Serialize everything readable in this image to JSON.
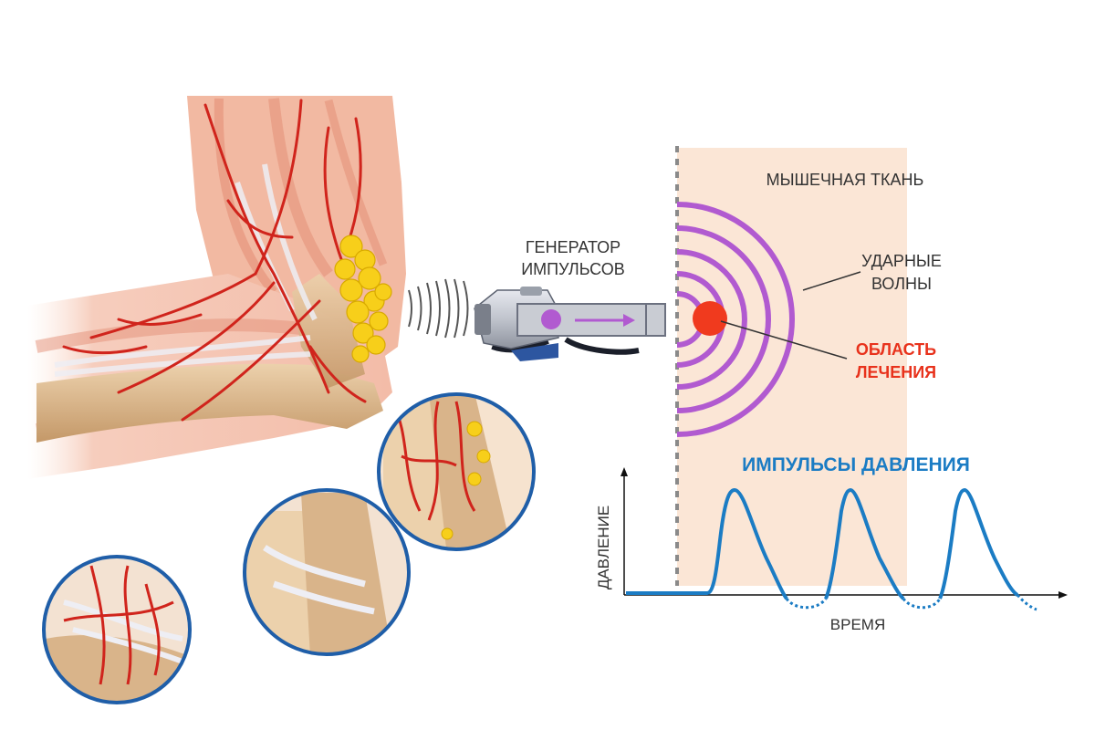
{
  "labels": {
    "generator_line1": "ГЕНЕРАТОР",
    "generator_line2": "ИМПУЛЬСОВ",
    "muscle_tissue": "МЫШЕЧНАЯ ТКАНЬ",
    "shock_waves_line1": "УДАРНЫЕ",
    "shock_waves_line2": "ВОЛНЫ",
    "treatment_area_line1": "ОБЛАСТЬ",
    "treatment_area_line2": "ЛЕЧЕНИЯ",
    "pressure_pulses": "ИМПУЛЬСЫ ДАВЛЕНИЯ",
    "y_axis": "ДАВЛЕНИЕ",
    "x_axis": "ВРЕМЯ"
  },
  "colors": {
    "tissue": "#fbe6d6",
    "wave": "#b15ad0",
    "treatment": "#f03a1e",
    "pulse_line": "#1b7cc4",
    "pulse_title": "#1b7cc4",
    "treatment_label": "#e8321c",
    "text": "#333333",
    "muscle": "#e98870",
    "vessel": "#d0241c",
    "bone": "#d9b48a",
    "fat": "#f7cf1a",
    "circle_border": "#1f5ea8"
  },
  "icons": {
    "generator": "shockwave-applicator-icon",
    "arrow": "arrow-right-icon"
  }
}
